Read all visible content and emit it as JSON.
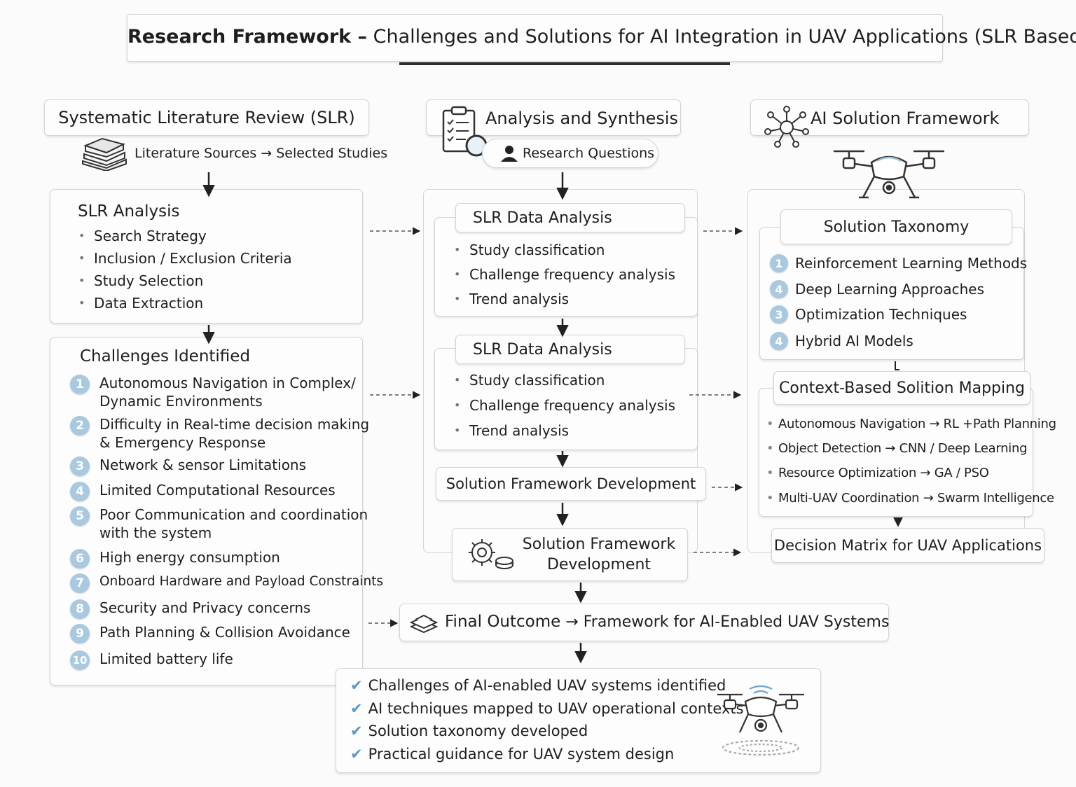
{
  "title": {
    "bold": "Research Framework –",
    "rest": "Challenges and Solutions for AI Integration in UAV Applications (SLR Based)"
  },
  "slr": {
    "header": "Systematic Literature Review (SLR)",
    "sources_label": "Literature Sources → Selected Studies",
    "analysis": {
      "title": "SLR Analysis",
      "items": [
        "Search Strategy",
        "Inclusion / Exclusion Criteria",
        "Study Selection",
        "Data Extraction"
      ]
    },
    "challenges": {
      "title": "Challenges Identified",
      "items": [
        {
          "num": "1",
          "text": "Autonomous Navigation in Complex/",
          "text2": "Dynamic Environments"
        },
        {
          "num": "2",
          "text": "Difficulty in Real-time decision making",
          "text2": "& Emergency Response"
        },
        {
          "num": "3",
          "text": "Network & sensor Limitations",
          "text2": ""
        },
        {
          "num": "4",
          "text": "Limited Computational Resources",
          "text2": ""
        },
        {
          "num": "5",
          "text": "Poor Communication and coordination",
          "text2": "with the system"
        },
        {
          "num": "6",
          "text": "High energy consumption",
          "text2": ""
        },
        {
          "num": "7",
          "text": "Onboard Hardware and Payload Constraints",
          "text2": ""
        },
        {
          "num": "8",
          "text": "Security and Privacy concerns",
          "text2": ""
        },
        {
          "num": "9",
          "text": "Path Planning & Collision Avoidance",
          "text2": ""
        },
        {
          "num": "10",
          "text": "Limited battery life",
          "text2": ""
        }
      ]
    }
  },
  "analysis": {
    "header": "Analysis and Synthesis",
    "rq_label": "Research Questions",
    "block1": {
      "title": "SLR Data Analysis",
      "items": [
        "Study classification",
        "Challenge frequency analysis",
        "Trend analysis"
      ]
    },
    "block2": {
      "title": "SLR Data Analysis",
      "items": [
        "Study classification",
        "Challenge frequency analysis",
        "Trend analysis"
      ]
    },
    "dev1": "Solution Framework Development",
    "dev2_line1": "Solution Framework",
    "dev2_line2": "Development"
  },
  "ai": {
    "header": "AI Solution Framework",
    "taxonomy": {
      "title": "Solution Taxonomy",
      "items": [
        {
          "num": "1",
          "text": "Reinforcement Learning Methods"
        },
        {
          "num": "4",
          "text": "Deep Learning Approaches"
        },
        {
          "num": "3",
          "text": "Optimization Techniques"
        },
        {
          "num": "4",
          "text": "Hybrid AI Models"
        }
      ]
    },
    "mapping": {
      "title": "Context-Based Solition Mapping",
      "items": [
        "Autonomous Navigation → RL +Path Planning",
        "Object Detection → CNN / Deep Learning",
        "Resource Optimization → GA / PSO",
        "Multi-UAV Coordination → Swarm Intelligence"
      ]
    },
    "decision": "Decision Matrix for UAV Applications"
  },
  "final": {
    "label_a": "Final Outcome",
    "label_b": "→ Framework for AI-Enabled UAV Systems"
  },
  "outcomes": [
    "Challenges of AI-enabled UAV systems identified",
    "AI techniques mapped to UAV operational contexts",
    "Solution taxonomy developed",
    "Practical guidance for UAV system design"
  ],
  "icons": [
    "books-icon",
    "clipboard-search-icon",
    "person-icon",
    "ai-network-icon",
    "drone-icon",
    "gears-icon",
    "layers-icon",
    "check-icon"
  ],
  "colors": {
    "accent": "#a9c9e0",
    "check": "#5a9bc6",
    "border": "#d4d4d4",
    "title_rule": "#2b2b2b"
  }
}
